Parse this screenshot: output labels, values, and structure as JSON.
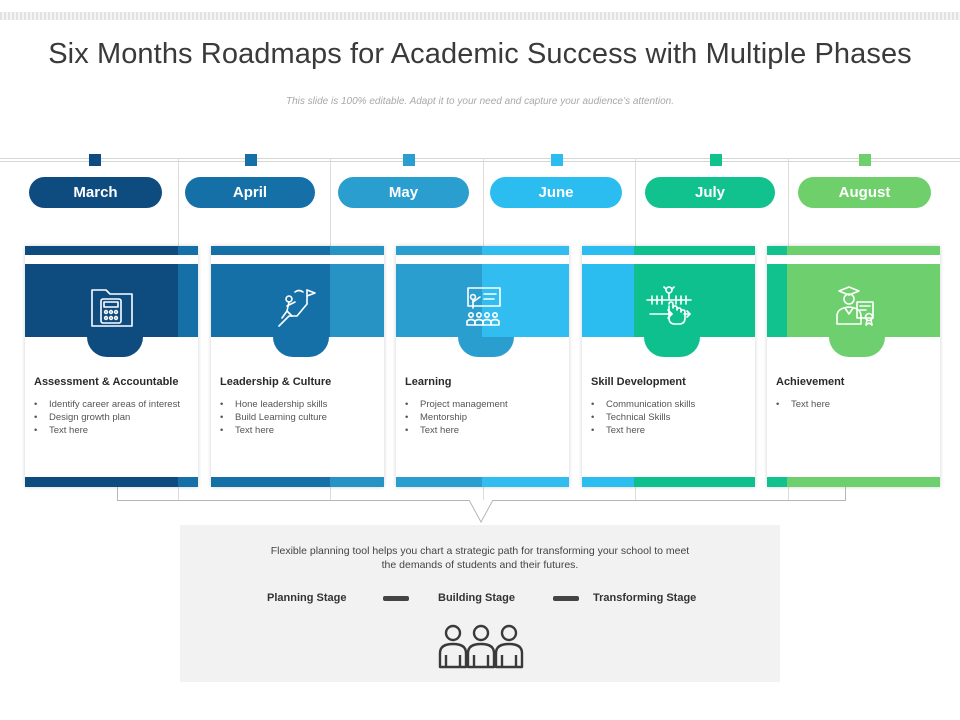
{
  "header": {
    "title": "Six Months Roadmaps for Academic Success with Multiple Phases",
    "subtitle": "This slide is 100% editable. Adapt it to your need and capture your audience’s attention."
  },
  "phases": [
    {
      "month": "March",
      "title": "Assessment & Accountable",
      "color": "#0e4c80",
      "accent": "#176aa8",
      "icon": "calculator-folder-icon",
      "bullets": [
        "Identify career areas of interest",
        "Design growth plan",
        "Text here"
      ]
    },
    {
      "month": "April",
      "title": "Leadership & Culture",
      "color": "#1570a8",
      "accent": "#2793c4",
      "icon": "climbing-to-flag-icon",
      "bullets": [
        "Hone leadership skills",
        "Build Learning culture",
        "Text here"
      ]
    },
    {
      "month": "May",
      "title": "Learning",
      "color": "#2a9ecf",
      "accent": "#32bdf0",
      "icon": "presentation-class-icon",
      "bullets": [
        "Project management",
        "Mentorship",
        "Text here"
      ]
    },
    {
      "month": "June",
      "title": "Skill Development",
      "color": "#2cbdf0",
      "accent": "#0fc08f",
      "icon": "skill-hand-target-icon",
      "bullets": [
        "Communication skills",
        "Technical Skills",
        "Text here"
      ]
    },
    {
      "month": "July",
      "title": "Achievement",
      "color": "#11c28f",
      "accent": "#6dcf6d",
      "icon": "graduate-certificate-icon",
      "bullets": [
        "Text here"
      ]
    },
    {
      "month": "August",
      "color": "#6fcf6a"
    }
  ],
  "summary": {
    "text": "Flexible planning tool helps you chart a strategic path for transforming your school to meet the demands of students and their futures.",
    "stages": [
      "Planning Stage",
      "Building Stage",
      "Transforming Stage"
    ],
    "icon": "team-icon"
  }
}
